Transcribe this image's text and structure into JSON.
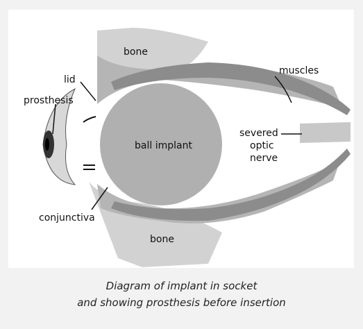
{
  "labels": {
    "bone_top": "bone",
    "bone_bottom": "bone",
    "muscles": "muscles",
    "lid": "lid",
    "prosthesis": "prosthesis",
    "ball_implant": "ball implant",
    "severed_line1": "severed",
    "severed_line2": "optic",
    "severed_line3": "nerve",
    "conjunctiva": "conjunctiva"
  },
  "caption": {
    "line1": "Diagram of implant in socket",
    "line2": "and showing prosthesis before insertion"
  },
  "colors": {
    "background": "#f2f2f2",
    "frame": "#ffffff",
    "bone": "#d2d2d2",
    "tissue": "#b5b5b5",
    "muscle": "#8c8c8c",
    "implant": "#b0b0b0",
    "line": "#111111"
  }
}
